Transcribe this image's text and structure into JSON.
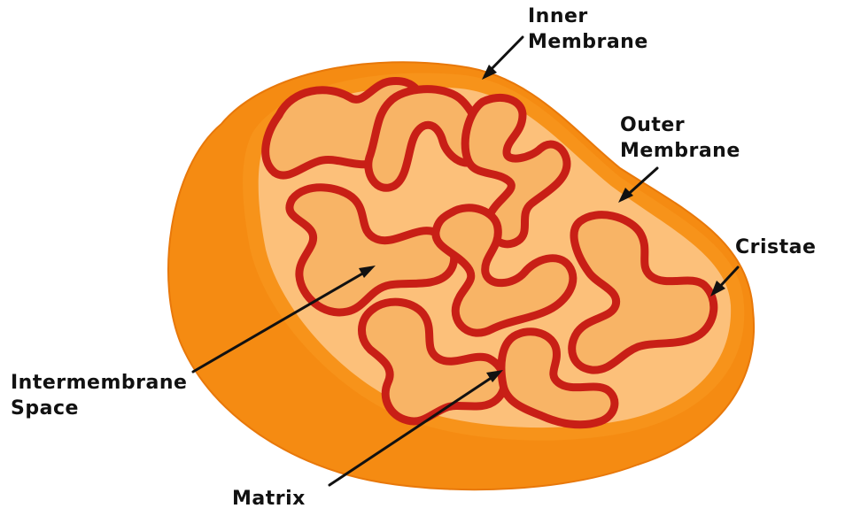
{
  "diagram": {
    "colors": {
      "outer_membrane": "#f58b12",
      "outer_membrane_shadow": "#e87a0a",
      "intermembrane_space": "#fcc07a",
      "matrix": "#fbc384",
      "cristae": "#c81f16",
      "cristae_fill": "#f5a850",
      "arrows": "#111111",
      "labels": "#111111"
    },
    "labels": {
      "inner_membrane": [
        "Inner",
        "Membrane"
      ],
      "outer_membrane": [
        "Outer",
        "Membrane"
      ],
      "cristae": [
        "Cristae"
      ],
      "intermembrane_space": [
        "Intermembrane",
        "Space"
      ],
      "matrix": [
        "Matrix"
      ]
    }
  }
}
